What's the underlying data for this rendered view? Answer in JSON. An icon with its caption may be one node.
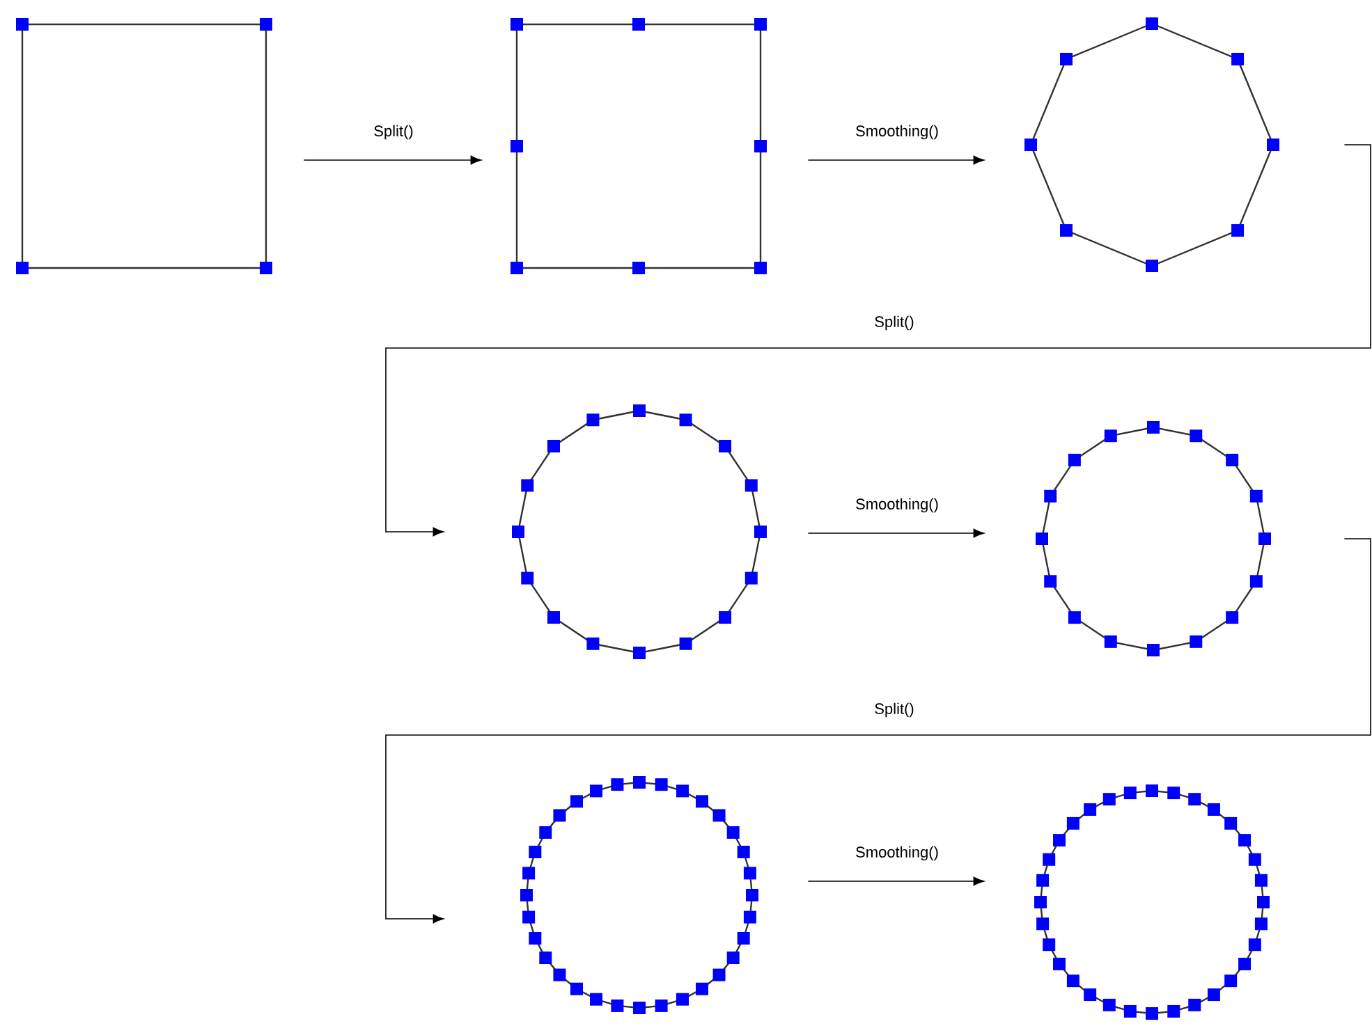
{
  "diagram": {
    "nodes": [
      {
        "text": [],
        "shape": "square"
      },
      {
        "text": [],
        "shape": "square"
      },
      {
        "text": [],
        "shape": "octagon"
      },
      {
        "text": [],
        "shape": "polygon"
      },
      {
        "text": [],
        "shape": "polygon"
      },
      {
        "text": [],
        "shape": "polygon"
      },
      {
        "text": [],
        "shape": "polygon"
      }
    ],
    "edges": [
      {
        "from": 0,
        "to": 1,
        "arrow": "to",
        "label": "Split()"
      },
      {
        "from": 1,
        "to": 2,
        "arrow": "to",
        "label": "Smoothing()"
      },
      {
        "from": 2,
        "to": 3,
        "arrow": "to",
        "label": "Split()"
      },
      {
        "from": 3,
        "to": 4,
        "arrow": "to",
        "label": "Smoothing()"
      },
      {
        "from": 4,
        "to": 5,
        "arrow": "to",
        "label": "Split()"
      },
      {
        "from": 5,
        "to": 6,
        "arrow": "to",
        "label": "Smoothing()"
      }
    ]
  }
}
